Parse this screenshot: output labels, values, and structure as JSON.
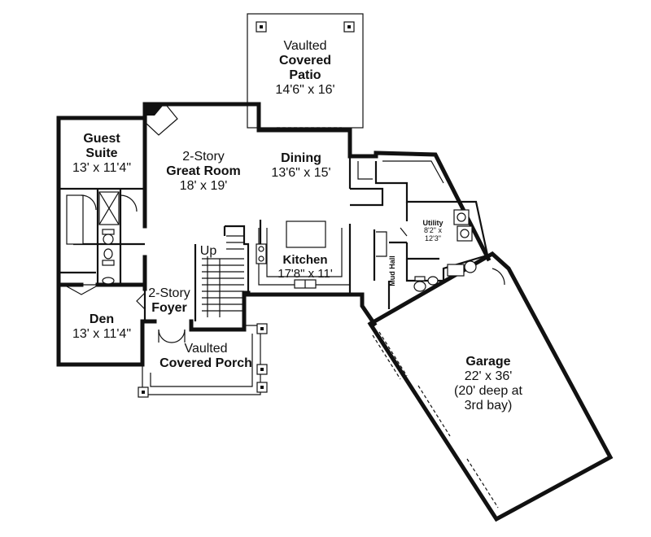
{
  "rooms": {
    "patio": {
      "line1": "Vaulted",
      "line2": "Covered",
      "line3": "Patio",
      "size": "14'6\" x 16'"
    },
    "guest_suite": {
      "line1": "Guest",
      "line2": "Suite",
      "size": "13' x 11'4\""
    },
    "great_room": {
      "line1": "2-Story",
      "line2": "Great Room",
      "size": "18' x 19'"
    },
    "dining": {
      "name": "Dining",
      "size": "13'6\" x 15'"
    },
    "utility": {
      "name": "Utility",
      "size1": "8'2\" x",
      "size2": "12'3\""
    },
    "kitchen": {
      "name": "Kitchen",
      "size": "17'8\" x 11'"
    },
    "mud_hall": {
      "name": "Mud Hall"
    },
    "stairs": {
      "label": "Up"
    },
    "foyer": {
      "line1": "2-Story",
      "line2": "Foyer"
    },
    "den": {
      "name": "Den",
      "size": "13' x 11'4\""
    },
    "porch": {
      "line1": "Vaulted",
      "line2": "Covered Porch"
    },
    "garage": {
      "name": "Garage",
      "size": "22' x 36'",
      "note1": "(20' deep at",
      "note2": "3rd bay)"
    }
  }
}
